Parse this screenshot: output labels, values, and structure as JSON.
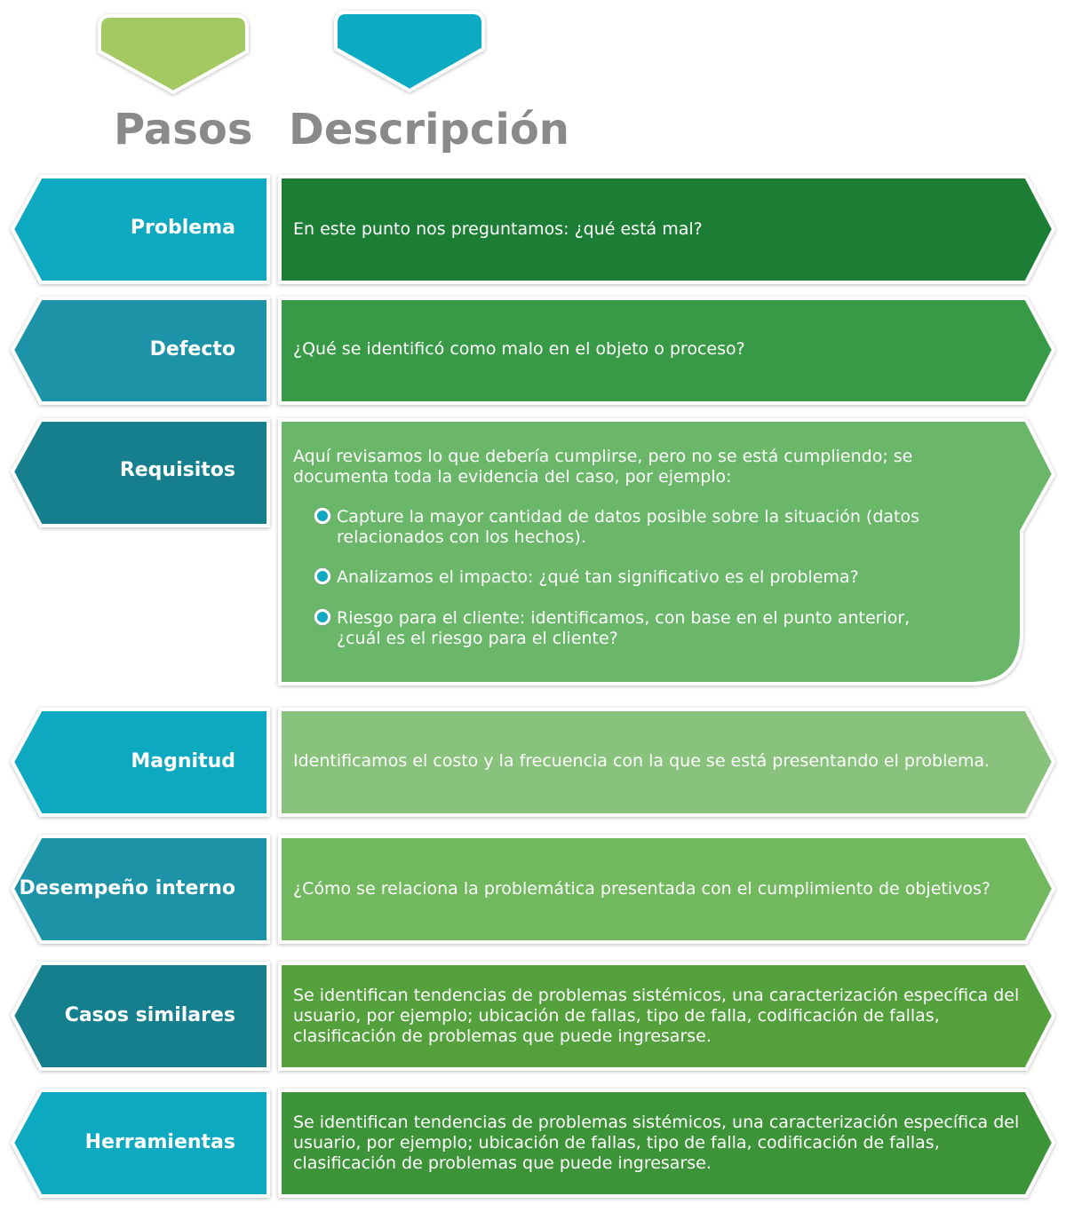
{
  "header": {
    "steps_title": "Pasos",
    "description_title": "Descripción",
    "steps_color": "#a4c964",
    "description_color": "#0eaac3"
  },
  "rows": [
    {
      "step": "Problema",
      "step_color": "#10a9c1",
      "desc_color": "#1b7e36",
      "description": "En este punto nos preguntamos: ¿qué está mal?"
    },
    {
      "step": "Defecto",
      "step_color": "#1a93a6",
      "desc_color": "#389a46",
      "description": "¿Qué se identificó como malo en el objeto o proceso?"
    },
    {
      "step": "Requisitos",
      "step_color": "#167f8e",
      "desc_color": "#6ab769",
      "description": "Aquí revisamos lo que debería cumplirse, pero no se está cumpliendo; se documenta toda la evidencia del caso, por ejemplo:",
      "bullets": [
        "Capture la mayor cantidad de datos posible sobre la situación (datos relacionados con los hechos).",
        "Analizamos el impacto: ¿qué tan significativo es el problema?",
        "Riesgo para el cliente: identificamos, con base en el punto anterior, ¿cuál es el riesgo para el cliente?"
      ],
      "bullet_color": "#10a9c1"
    },
    {
      "step": "Magnitud",
      "step_color": "#10a9c1",
      "desc_color": "#88c27c",
      "description": "Identificamos el costo y la frecuencia con la que se está presentando el problema."
    },
    {
      "step": "Desempeño interno",
      "step_color": "#1a93a6",
      "desc_color": "#72b85e",
      "description": "¿Cómo se relaciona la problemática presentada con el cumplimiento de objetivos?"
    },
    {
      "step": "Casos similares",
      "step_color": "#167f8e",
      "desc_color": "#53a03e",
      "description": "Se identifican tendencias de problemas sistémicos, una caracterización específica del usuario, por ejemplo; ubicación de fallas, tipo de falla, codificación de fallas, clasificación de problemas que puede ingresarse."
    },
    {
      "step": "Herramientas",
      "step_color": "#10a9c1",
      "desc_color": "#3d9337",
      "description": "Se identifican tendencias de problemas sistémicos, una caracterización específica del usuario, por ejemplo; ubicación de fallas, tipo de falla, codificación de fallas, clasificación de problemas que puede ingresarse."
    }
  ]
}
